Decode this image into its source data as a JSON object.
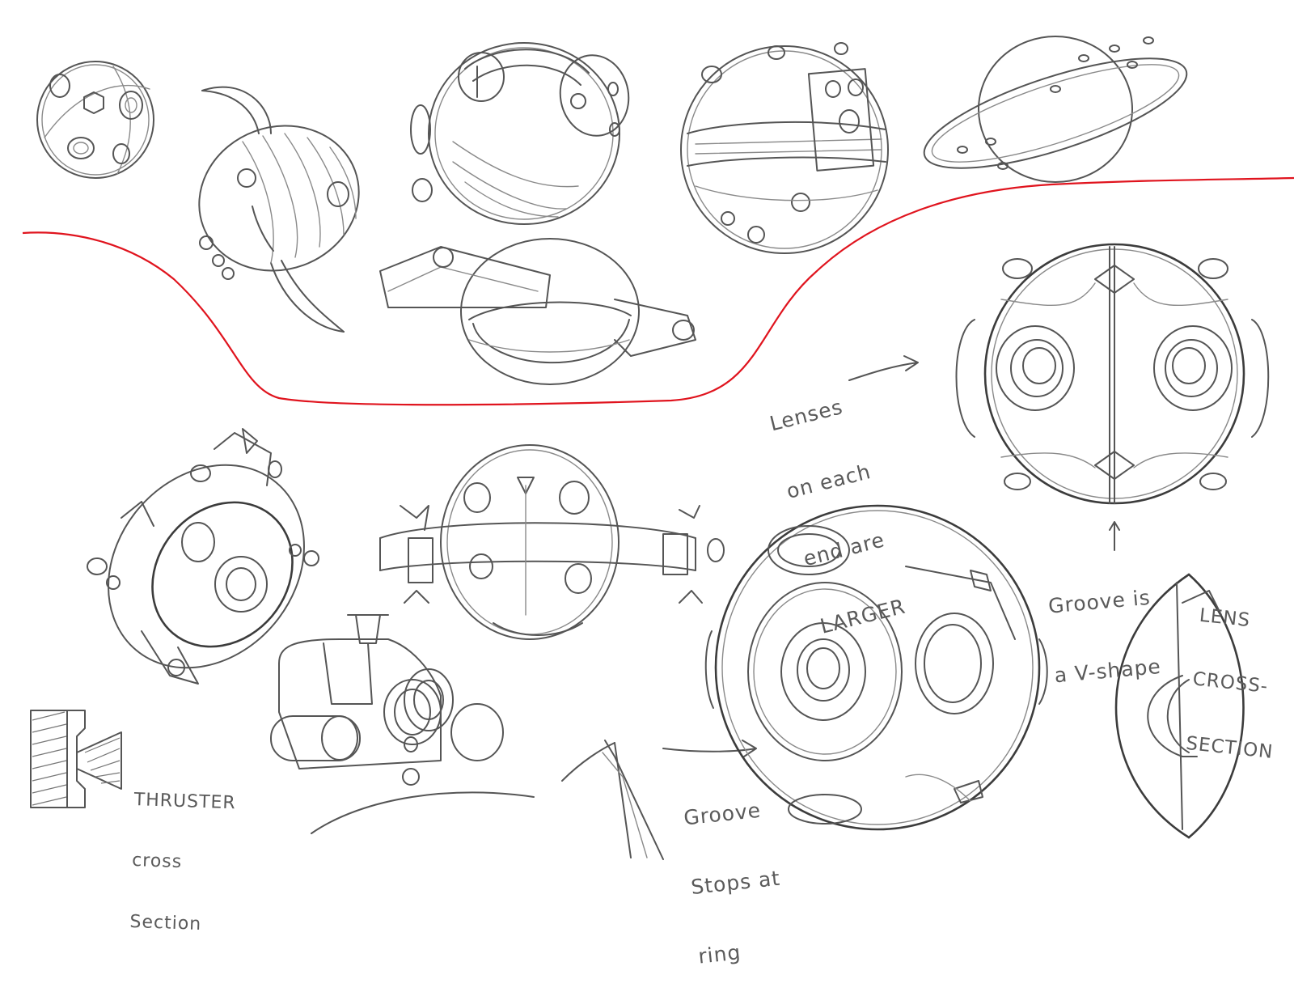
{
  "colors": {
    "pencil": "#555555",
    "divider": "#e0141e",
    "paper": "#ffffff"
  },
  "annotations": {
    "lenses_note": [
      "Lenses",
      "on each",
      "end are",
      "LARGER"
    ],
    "groove_v_note": [
      "Groove is",
      "a V-shape"
    ],
    "lens_section_note": [
      "LENS",
      "CROSS-",
      "SECTION"
    ],
    "thruster_note": [
      "THRUSTER",
      "cross",
      "Section"
    ],
    "groove_ring_note": [
      "Groove",
      "Stops at",
      "ring"
    ]
  }
}
